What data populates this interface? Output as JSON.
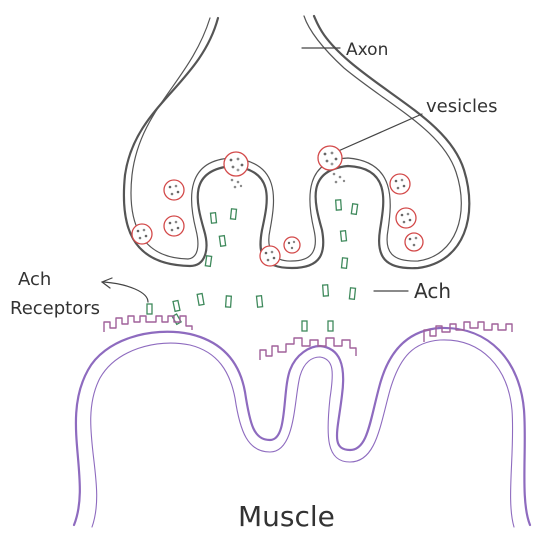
{
  "labels": {
    "axon": "Axon",
    "vesicles": "vesicles",
    "ach": "Ach",
    "ach_receptors_line1": "Ach",
    "ach_receptors_line2": "Receptors",
    "muscle": "Muscle"
  },
  "colors": {
    "axon": "#555555",
    "muscle": "#8e6bbf",
    "receptors": "#a0619a",
    "acetylcholine": "#3f8a5c",
    "vesicle": "#d34a4a"
  }
}
